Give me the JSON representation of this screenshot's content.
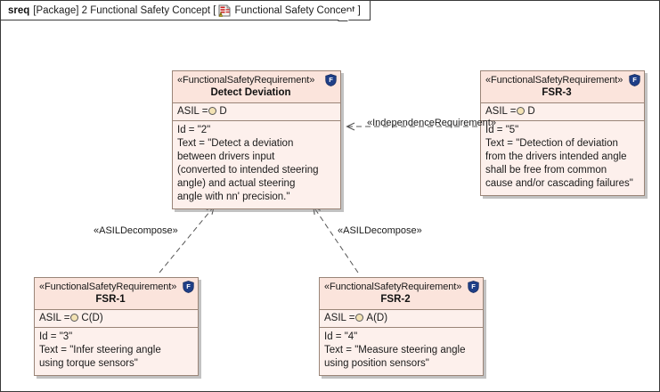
{
  "window": {
    "tab": {
      "kind": "sreq",
      "scope": "[Package] 2 Functional Safety Concept [",
      "icon": "requirement-diagram-icon",
      "name": "Functional Safety Concept ]"
    }
  },
  "colors": {
    "block_fill": "#fdf0ec",
    "block_header_fill": "#fbe4dc",
    "block_border": "#9a8578",
    "shield_blue": "#1f3f87",
    "asil_dot": "#f3e2b4",
    "canvas_border": "#3a3a3a",
    "edge_line": "#555555"
  },
  "blocks": [
    {
      "id": "detect-deviation",
      "stereotype": "«FunctionalSafetyRequirement»",
      "name": "Detect Deviation",
      "badge": "F",
      "asil_label": "ASIL =",
      "asil_value": "D",
      "body": [
        "Id = \"2\"",
        "Text = \"Detect a deviation",
        "between drivers input",
        "(converted to intended steering",
        "angle) and actual steering",
        "angle with nn' precision.\""
      ]
    },
    {
      "id": "fsr-3",
      "stereotype": "«FunctionalSafetyRequirement»",
      "name": "FSR-3",
      "badge": "F",
      "asil_label": "ASIL =",
      "asil_value": "D",
      "body": [
        "Id = \"5\"",
        "Text = \"Detection of deviation",
        "from the drivers intended angle",
        "shall be free from common",
        "cause and/or cascading failures\""
      ]
    },
    {
      "id": "fsr-1",
      "stereotype": "«FunctionalSafetyRequirement»",
      "name": "FSR-1",
      "badge": "F",
      "asil_label": "ASIL =",
      "asil_value": "C(D)",
      "body": [
        "Id = \"3\"",
        "Text = \"Infer steering angle",
        "using torque sensors\""
      ]
    },
    {
      "id": "fsr-2",
      "stereotype": "«FunctionalSafetyRequirement»",
      "name": "FSR-2",
      "badge": "F",
      "asil_label": "ASIL =",
      "asil_value": "A(D)",
      "body": [
        "Id = \"4\"",
        "Text = \"Measure steering angle",
        "using position sensors\""
      ]
    }
  ],
  "connectors": [
    {
      "id": "independence",
      "label": "«IndependenceRequirement»",
      "from": "fsr-3",
      "to": "detect-deviation",
      "style": "dashed-open-arrow"
    },
    {
      "id": "asil-decompose-1",
      "label": "«ASILDecompose»",
      "from": "fsr-1",
      "to": "detect-deviation",
      "style": "dashed-open-arrow"
    },
    {
      "id": "asil-decompose-2",
      "label": "«ASILDecompose»",
      "from": "fsr-2",
      "to": "detect-deviation",
      "style": "dashed-open-arrow"
    }
  ]
}
